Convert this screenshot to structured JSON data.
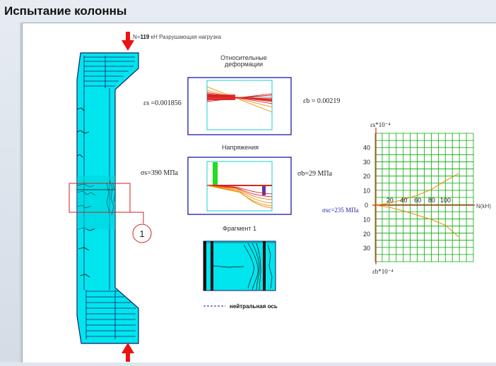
{
  "page": {
    "title": "Испытание колонны"
  },
  "load": {
    "prefix": "N",
    "value": "119",
    "unit": "кН",
    "label": "Разрушающая нагрузка"
  },
  "strain_panel": {
    "title_line1": "Относительные",
    "title_line2": "деформации",
    "eps_s_label": "εs =0.001856",
    "eps_b_label": "εb = 0.00219"
  },
  "stress_panel": {
    "title": "Напряжения",
    "sigma_s_label": "σs=390 МПа",
    "sigma_b_label": "σb=29 МПа"
  },
  "fragment_panel": {
    "title": "Фрагмент 1",
    "callout": "1"
  },
  "legend": {
    "neutral_axis": "нейтральная ось"
  },
  "colors": {
    "column_fill": "#00e5ee",
    "panel_border": "#1a1aa8",
    "grid": "#00aa00",
    "axis": "#dd2222",
    "curve": "#ee8a00",
    "arrow": "#ee1111",
    "steel_green": "#22dd22",
    "steel_purple": "#6633aa"
  },
  "chart_data": {
    "type": "line",
    "ylabel_top": "εs*10⁻⁴",
    "ylabel_bottom": "εb*10⁻⁴",
    "xlabel": "N(kH)",
    "sigma_sc_label": "σsc=235 МПа",
    "x_ticks": [
      "20",
      "40",
      "60",
      "80",
      "100"
    ],
    "y_ticks_up": [
      "40",
      "30",
      "20",
      "10"
    ],
    "y_ticks_down": [
      "10",
      "20",
      "30"
    ],
    "zero_label": "0",
    "xlim": [
      0,
      140
    ],
    "ylim": [
      -40,
      50
    ],
    "series": [
      {
        "x": [
          0,
          20,
          40,
          60,
          80,
          100,
          119
        ],
        "y": [
          0,
          1.5,
          4,
          7,
          11,
          17,
          22
        ]
      },
      {
        "x": [
          0,
          20,
          40,
          60,
          80,
          100,
          119
        ],
        "y": [
          0,
          -1.5,
          -4,
          -7,
          -10,
          -14,
          -22
        ]
      }
    ]
  }
}
